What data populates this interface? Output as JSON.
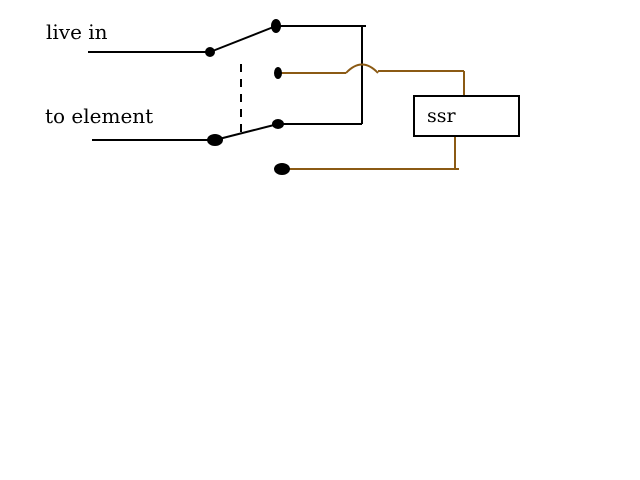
{
  "labels": {
    "live_in": "live in",
    "to_element": "to element",
    "ssr": "ssr"
  },
  "colors": {
    "wire_black": "#000000",
    "wire_brown": "#8b5a14",
    "background": "#ffffff"
  }
}
